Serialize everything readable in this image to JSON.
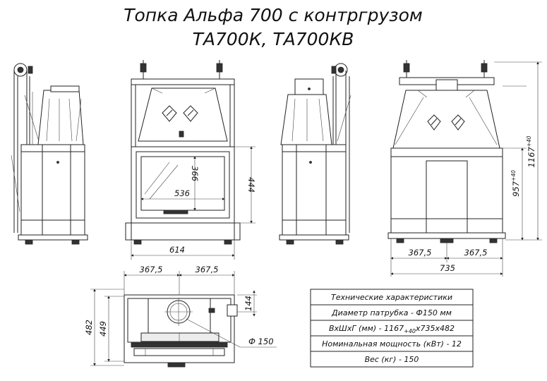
{
  "title": {
    "line1": "Топка Альфа 700 с контргрузом",
    "line2": "ТА700К, ТА700КВ"
  },
  "dimensions": {
    "front_width": "614",
    "glass_width": "536",
    "glass_height": "366",
    "door_height": "444",
    "right_half_left": "367,5",
    "right_half_right": "367,5",
    "right_total": "735",
    "right_height_957": "957",
    "right_height_957_tol": "+40",
    "right_height_1167": "1167",
    "right_height_1167_tol": "+40",
    "top_half_left": "367,5",
    "top_half_right": "367,5",
    "top_depth_482": "482",
    "top_depth_449": "449",
    "top_offset_144": "144",
    "flue_diameter": "Ф 150"
  },
  "specs": {
    "header": "Технические характеристики",
    "rows": [
      "Диаметр патрубка - Ф150 мм",
      "ВхШхГ (мм) - 1167+40х735х482",
      "Номинальная мощность (кВт) - 12",
      "Вес (кг) - 150"
    ],
    "dims_row": {
      "prefix": "ВхШхГ (мм) - 1167",
      "sub": "+40",
      "suffix": "х735х482"
    }
  }
}
